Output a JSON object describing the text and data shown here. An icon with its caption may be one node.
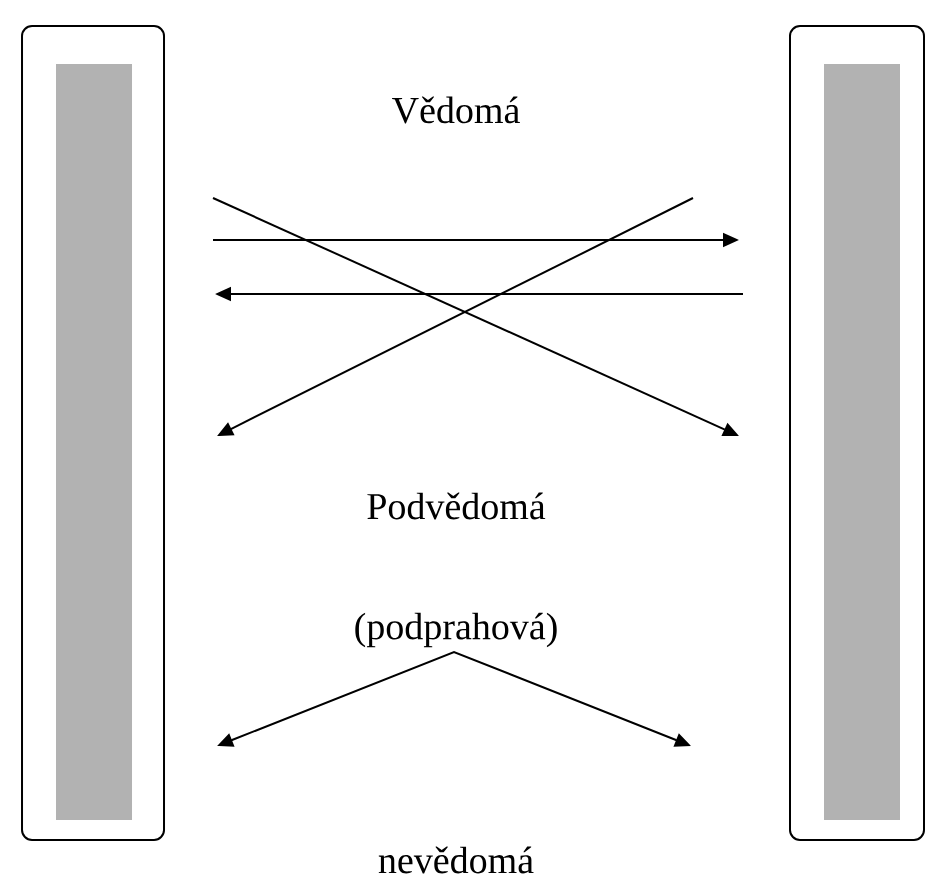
{
  "diagram": {
    "nodes": [
      {
        "text": [],
        "shape": "box"
      },
      {
        "text": [],
        "shape": "box"
      }
    ],
    "edges": [
      {
        "from": 0,
        "to": 1,
        "arrow": "to"
      },
      {
        "from": 1,
        "to": 0,
        "arrow": "to"
      },
      {
        "from": 0,
        "to": 1,
        "arrow": "to"
      },
      {
        "from": 1,
        "to": 0,
        "arrow": "to"
      },
      {
        "from": 0,
        "to": 1,
        "arrow": "both"
      }
    ],
    "labels": [
      "Vědomá",
      "Podvědomá",
      "(podprahová)",
      "nevědomá"
    ]
  }
}
